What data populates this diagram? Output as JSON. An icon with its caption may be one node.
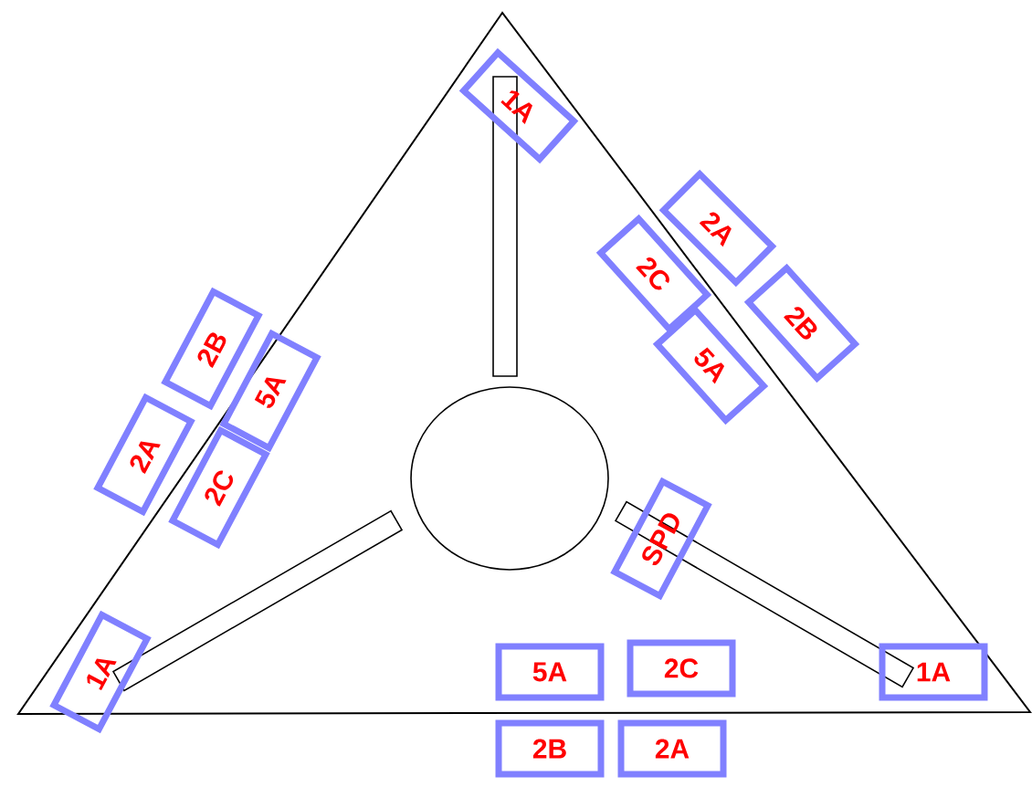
{
  "diagram": {
    "nodes": [
      {
        "text": [
          "1A"
        ]
      },
      {
        "text": [
          "2A"
        ]
      },
      {
        "text": [
          "2C"
        ]
      },
      {
        "text": [
          "2B"
        ]
      },
      {
        "text": [
          "2B"
        ]
      },
      {
        "text": [
          "5A"
        ]
      },
      {
        "text": [
          "5A"
        ]
      },
      {
        "text": [
          "2A"
        ]
      },
      {
        "text": [
          "2C"
        ]
      },
      {
        "text": [
          "SPD"
        ]
      },
      {
        "text": [
          "2C"
        ]
      },
      {
        "text": [
          "1A"
        ]
      },
      {
        "text": [
          "5A"
        ]
      },
      {
        "text": [
          "1A"
        ]
      },
      {
        "text": [
          "2B"
        ]
      },
      {
        "text": [
          "2A"
        ]
      }
    ]
  }
}
